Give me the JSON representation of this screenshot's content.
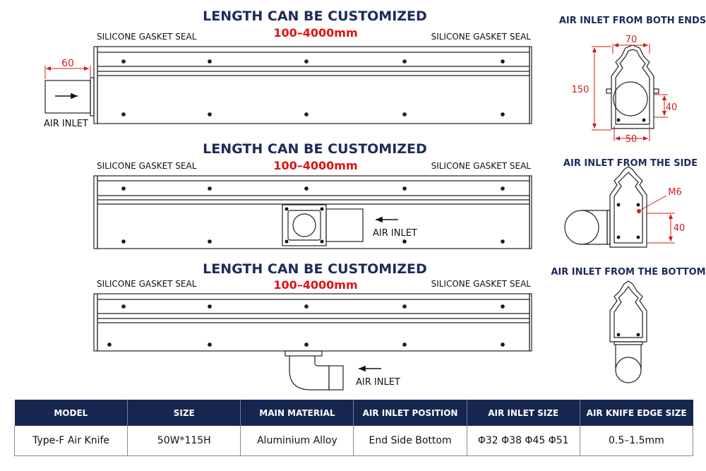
{
  "sections": [
    {
      "title": "LENGTH CAN BE CUSTOMIZED",
      "length": "100–4000mm",
      "left_seal": "SILICONE GASKET SEAL",
      "right_seal": "SILICONE GASKET SEAL",
      "inlet": "AIR INLET",
      "dim": "60"
    },
    {
      "title": "LENGTH CAN BE CUSTOMIZED",
      "length": "100–4000mm",
      "left_seal": "SILICONE GASKET SEAL",
      "right_seal": "SILICONE GASKET SEAL",
      "inlet": "AIR INLET"
    },
    {
      "title": "LENGTH CAN BE CUSTOMIZED",
      "length": "100–4000mm",
      "left_seal": "SILICONE GASKET SEAL",
      "right_seal": "SILICONE GASKET SEAL",
      "inlet": "AIR INLET"
    }
  ],
  "side_views": [
    {
      "title": "AIR INLET FROM BOTH ENDS",
      "dims": {
        "top": "70",
        "height": "150",
        "right": "40",
        "bottom": "50"
      }
    },
    {
      "title": "AIR INLET FROM THE SIDE",
      "dims": {
        "thread": "M6",
        "right": "40"
      }
    },
    {
      "title": "AIR INLET FROM THE BOTTOM"
    }
  ],
  "table": {
    "headers": [
      "MODEL",
      "SIZE",
      "MAIN MATERIAL",
      "AIR INLET POSITION",
      "AIR INLET SIZE",
      "AIR KNIFE EDGE SIZE"
    ],
    "row": [
      "Type-F Air Knife",
      "50W*115H",
      "Aluminium Alloy",
      "End Side Bottom",
      "Φ32  Φ38  Φ45  Φ51",
      "0.5–1.5mm"
    ]
  },
  "colors": {
    "navy": "#17264f",
    "title": "#1f2a5a",
    "red": "#e01212"
  }
}
